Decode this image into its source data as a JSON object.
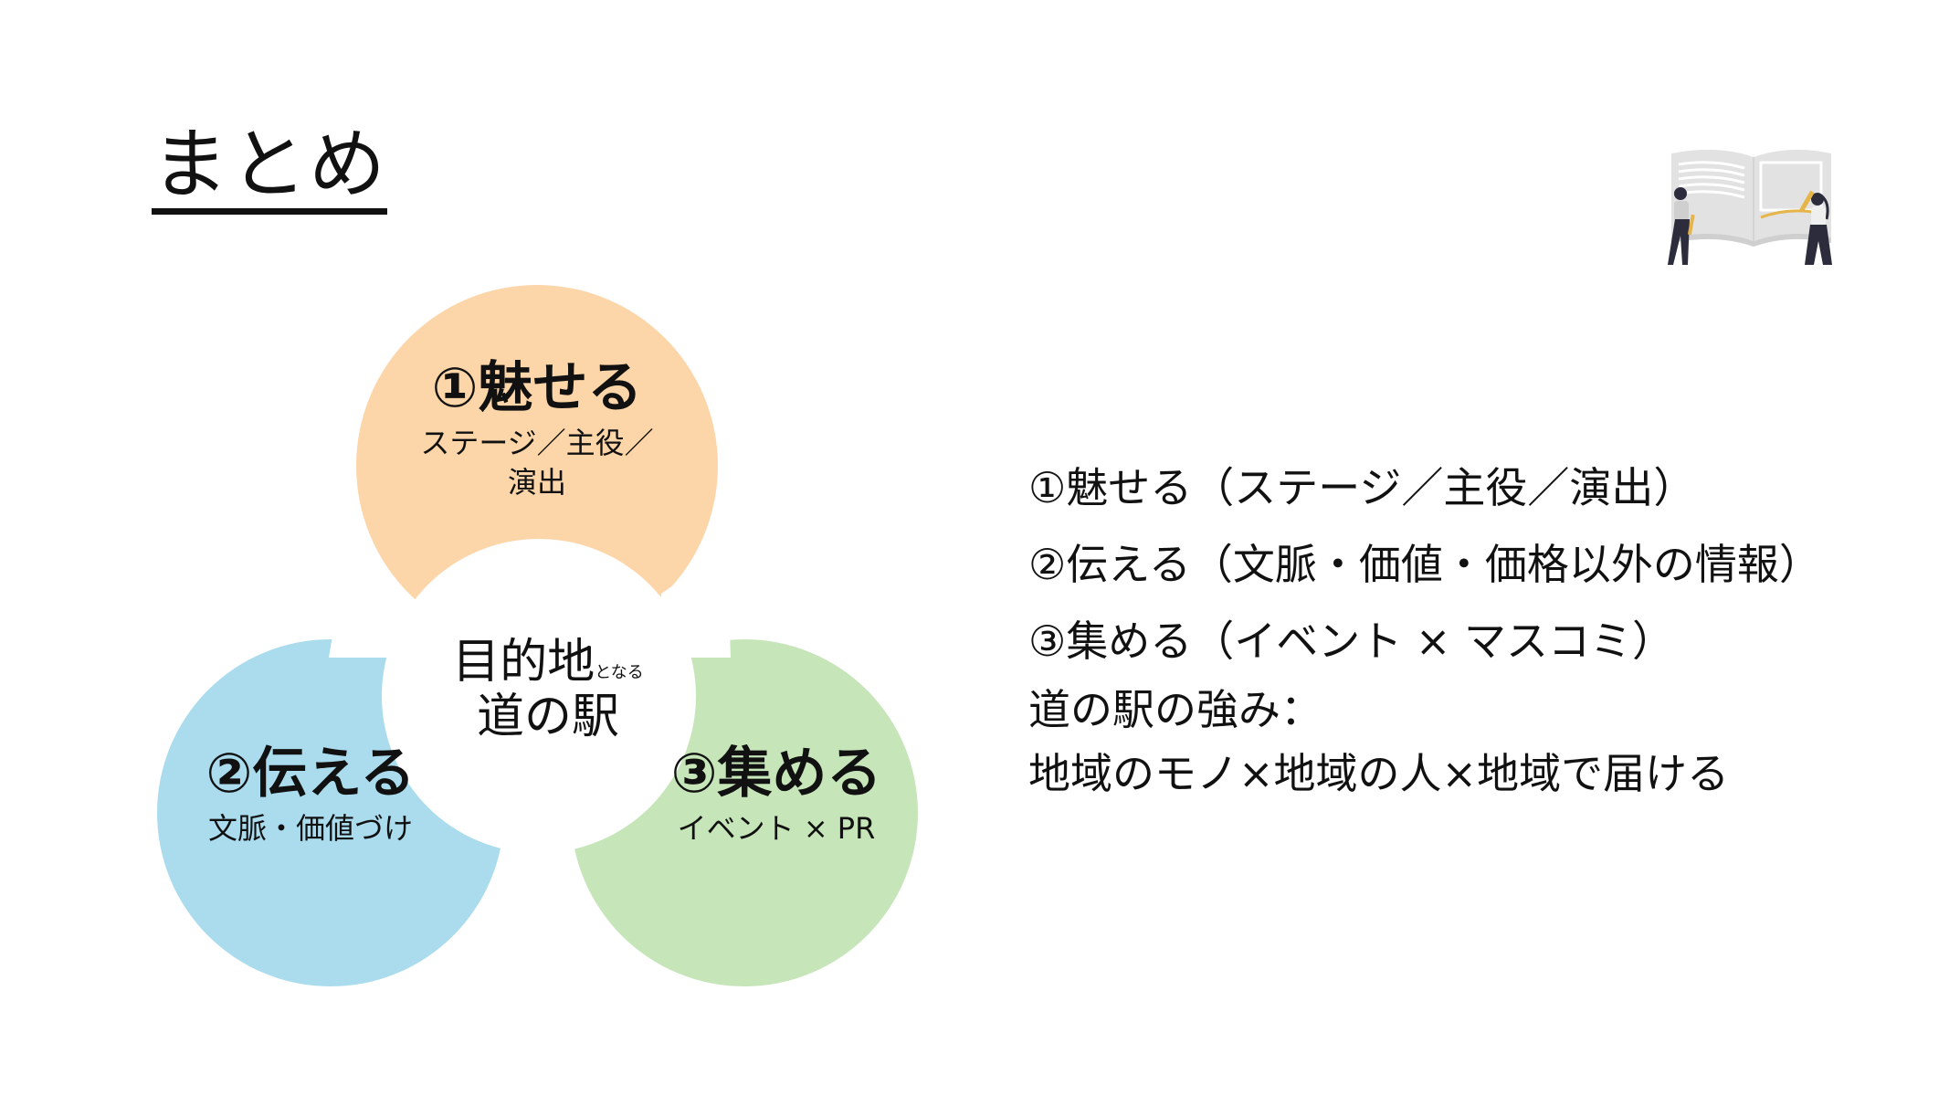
{
  "slide": {
    "title": "まとめ"
  },
  "illustration": {
    "icon": "open-book-two-people-illustration"
  },
  "diagram": {
    "colors": {
      "miseru": "#fcd5a9",
      "tsutaeru": "#aadcee",
      "atsumeru": "#c6e5b9",
      "center": "#ffffff"
    },
    "circles": [
      {
        "head": "①魅せる",
        "sub_lines": [
          "ステージ／主役／",
          "演出"
        ]
      },
      {
        "head": "②伝える",
        "sub_lines": [
          "文脈・価値づけ"
        ]
      },
      {
        "head": "③集める",
        "sub_lines": [
          "イベント × PR"
        ]
      }
    ],
    "center": {
      "line1_main": "目的地",
      "line1_small": "となる",
      "line2": "道の駅"
    }
  },
  "summary": {
    "items": [
      "①魅せる（ステージ／主役／演出）",
      "②伝える（文脈・価値・価格以外の情報）",
      "③集める（イベント × マスコミ）"
    ],
    "strength_label": "道の駅の強み：",
    "strength_text": "地域のモノ×地域の人×地域で届ける"
  }
}
